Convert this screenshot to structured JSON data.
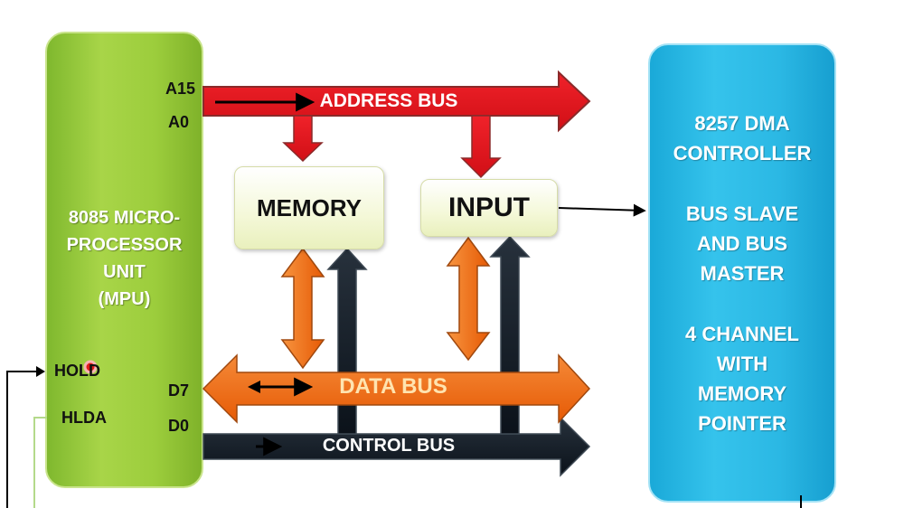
{
  "mpu": {
    "title_lines": [
      "8085 MICRO-",
      "PROCESSOR",
      "UNIT",
      "(MPU)"
    ],
    "pins": {
      "a15": "A15",
      "a0": "A0",
      "hold": "HOLD",
      "hlda": "HLDA",
      "d7": "D7",
      "d0": "D0"
    }
  },
  "dma": {
    "title_lines": [
      "8257 DMA",
      "CONTROLLER"
    ],
    "role_lines": [
      "BUS SLAVE",
      "AND BUS",
      "MASTER"
    ],
    "feature_lines": [
      "4 CHANNEL",
      "WITH",
      "MEMORY",
      "POINTER"
    ]
  },
  "memory": {
    "label": "MEMORY"
  },
  "input": {
    "label": "INPUT"
  },
  "buses": {
    "address": "ADDRESS BUS",
    "data": "DATA BUS",
    "control": "CONTROL BUS"
  },
  "colors": {
    "mpu_green": "#9ccd3c",
    "dma_blue": "#2bb8e4",
    "address_bus_red": "#e8141b",
    "data_bus_orange": "#f26a10",
    "control_bus_black": "#121c28",
    "address_label": "#ffffff",
    "data_label": "#ffe4b0",
    "control_label": "#ffffff"
  }
}
